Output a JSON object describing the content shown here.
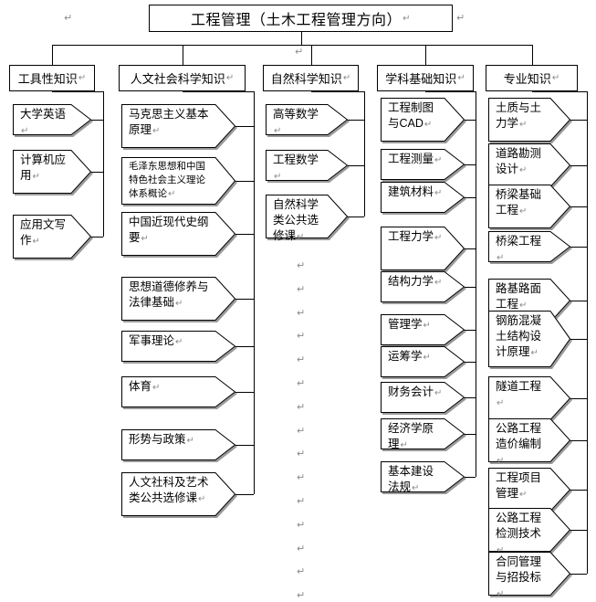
{
  "diagram": {
    "type": "tree-hierarchy",
    "title_pilcrow": "↵",
    "root": {
      "label": "工程管理（土木工程管理方向）",
      "pilcrow": "↵"
    },
    "columns": [
      {
        "header": {
          "label": "工具性知识",
          "pilcrow": "↵"
        },
        "items": [
          {
            "label": "大学英语",
            "pilcrow": "↵"
          },
          {
            "label": "计算机应用",
            "pilcrow": "↵"
          },
          {
            "label": "应用文写作",
            "pilcrow": "↵"
          }
        ]
      },
      {
        "header": {
          "label": "人文社会科学知识",
          "pilcrow": "↵"
        },
        "items": [
          {
            "label": "马克思主义基本原理",
            "pilcrow": "↵"
          },
          {
            "label": "毛泽东思想和中国特色社会主义理论体系概论",
            "pilcrow": "↵",
            "small": true
          },
          {
            "label": "中国近现代史纲要",
            "pilcrow": "↵"
          },
          {
            "label": "思想道德修养与法律基础",
            "pilcrow": "↵"
          },
          {
            "label": "军事理论",
            "pilcrow": "↵"
          },
          {
            "label": "体育",
            "pilcrow": "↵"
          },
          {
            "label": "形势与政策",
            "pilcrow": "↵"
          },
          {
            "label": "人文社科及艺术类公共选修课",
            "pilcrow": "↵"
          }
        ]
      },
      {
        "header": {
          "label": "自然科学知识",
          "pilcrow": "↵"
        },
        "items": [
          {
            "label": "高等数学",
            "pilcrow": "↵"
          },
          {
            "label": "工程数学",
            "pilcrow": "↵"
          },
          {
            "label": "自然科学类公共选修课",
            "pilcrow": "↵"
          }
        ]
      },
      {
        "header": {
          "label": "学科基础知识",
          "pilcrow": "↵"
        },
        "items": [
          {
            "label": "工程制图与CAD",
            "pilcrow": "↵"
          },
          {
            "label": "工程测量",
            "pilcrow": "↵"
          },
          {
            "label": "建筑材料",
            "pilcrow": "↵"
          },
          {
            "label": "工程力学",
            "pilcrow": "↵"
          },
          {
            "label": "结构力学",
            "pilcrow": "↵"
          },
          {
            "label": "管理学",
            "pilcrow": "↵"
          },
          {
            "label": "运筹学",
            "pilcrow": "↵"
          },
          {
            "label": "财务会计",
            "pilcrow": "↵"
          },
          {
            "label": "经济学原理",
            "pilcrow": "↵"
          },
          {
            "label": "基本建设法规",
            "pilcrow": "↵"
          }
        ]
      },
      {
        "header": {
          "label": "专业知识",
          "pilcrow": "↵"
        },
        "items": [
          {
            "label": "土质与土力学",
            "pilcrow": "↵"
          },
          {
            "label": "道路勘测设计",
            "pilcrow": "↵"
          },
          {
            "label": "桥梁基础工程",
            "pilcrow": "↵"
          },
          {
            "label": "桥梁工程",
            "pilcrow": "↵"
          },
          {
            "label": "路基路面工程",
            "pilcrow": "↵"
          },
          {
            "label": "钢筋混凝土结构设计原理",
            "pilcrow": "↵"
          },
          {
            "label": "隧道工程",
            "pilcrow": "↵"
          },
          {
            "label": "公路工程造价编制",
            "pilcrow": "↵"
          },
          {
            "label": "工程项目管理",
            "pilcrow": "↵"
          },
          {
            "label": "公路工程检测技术",
            "pilcrow": "↵"
          },
          {
            "label": "合同管理与招投标",
            "pilcrow": "↵"
          }
        ]
      }
    ],
    "stray_pilcrows": {
      "glyph": "↵",
      "count": 18
    },
    "colors": {
      "line": "#000000",
      "text": "#000000",
      "shadow": "#9a9a9a",
      "pilcrow": "#8a8a8a",
      "background": "#ffffff"
    }
  }
}
